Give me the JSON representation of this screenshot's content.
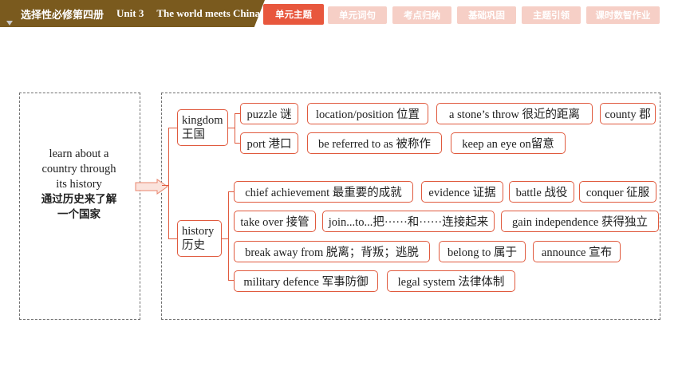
{
  "header": {
    "book": "选择性必修第四册",
    "unit": "Unit 3",
    "unit_title": "The world meets China",
    "tabs": [
      "单元主题",
      "单元词句",
      "考点归纳",
      "基础巩固",
      "主题引领",
      "课时数智作业"
    ],
    "active_tab": 0,
    "colors": {
      "title_bg": "#7a5a1e",
      "active_tab": "#e8573d",
      "inactive_tab": "#f6cfc6",
      "accent_line": "#e05a3e"
    }
  },
  "diagram": {
    "topic": {
      "en_lines": [
        "learn about a",
        "country through",
        "its history"
      ],
      "zh_lines": [
        "通过历史来了解",
        "一个国家"
      ]
    },
    "kingdom": {
      "en": "kingdom",
      "zh": "王国",
      "rows": [
        [
          "puzzle 谜",
          "location/position 位置",
          "a stone’s throw 很近的距离",
          "county 郡"
        ],
        [
          "port 港口",
          "be referred to as 被称作",
          "keep an eye on留意"
        ]
      ]
    },
    "history": {
      "en": "history",
      "zh": "历史",
      "rows": [
        [
          "chief achievement 最重要的成就",
          "evidence 证据",
          "battle 战役",
          "conquer 征服"
        ],
        [
          "take over 接管",
          "join...to...把······和······连接起来",
          "gain independence 获得独立"
        ],
        [
          "break away from 脱离；背叛；逃脱",
          "belong to 属于",
          "announce 宣布"
        ],
        [
          "military defence 军事防御",
          "legal system 法律体制"
        ]
      ]
    }
  }
}
